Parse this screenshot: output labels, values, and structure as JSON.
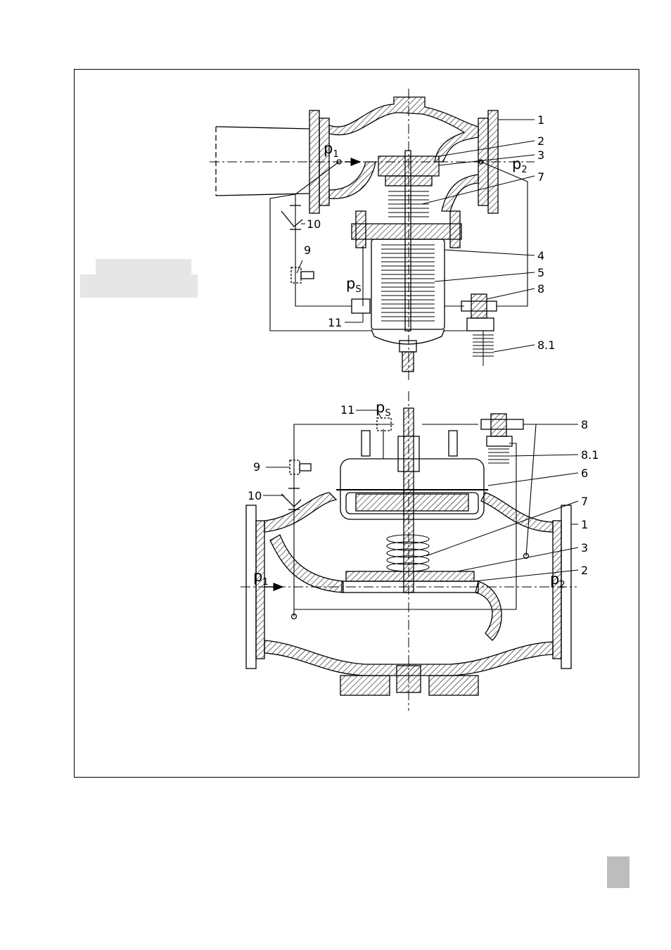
{
  "upper_figure": {
    "callouts": [
      "1",
      "2",
      "3",
      "7",
      "10",
      "9",
      "4",
      "5",
      "8",
      "11",
      "8.1"
    ],
    "pressures": {
      "p1": {
        "main": "p",
        "sub": "1"
      },
      "p2": {
        "main": "p",
        "sub": "2"
      },
      "ps": {
        "main": "p",
        "sub": "S"
      }
    }
  },
  "lower_figure": {
    "callouts": [
      "11",
      "8",
      "9",
      "8.1",
      "6",
      "10",
      "7",
      "1",
      "3",
      "2"
    ],
    "pressures": {
      "ps": {
        "main": "p",
        "sub": "S"
      },
      "p1": {
        "main": "p",
        "sub": "1"
      },
      "p2": {
        "main": "p",
        "sub": "2"
      }
    }
  },
  "colors": {
    "ink": "#000000",
    "redaction": "#e6e6e6",
    "page_tab": "#bdbdbd"
  }
}
